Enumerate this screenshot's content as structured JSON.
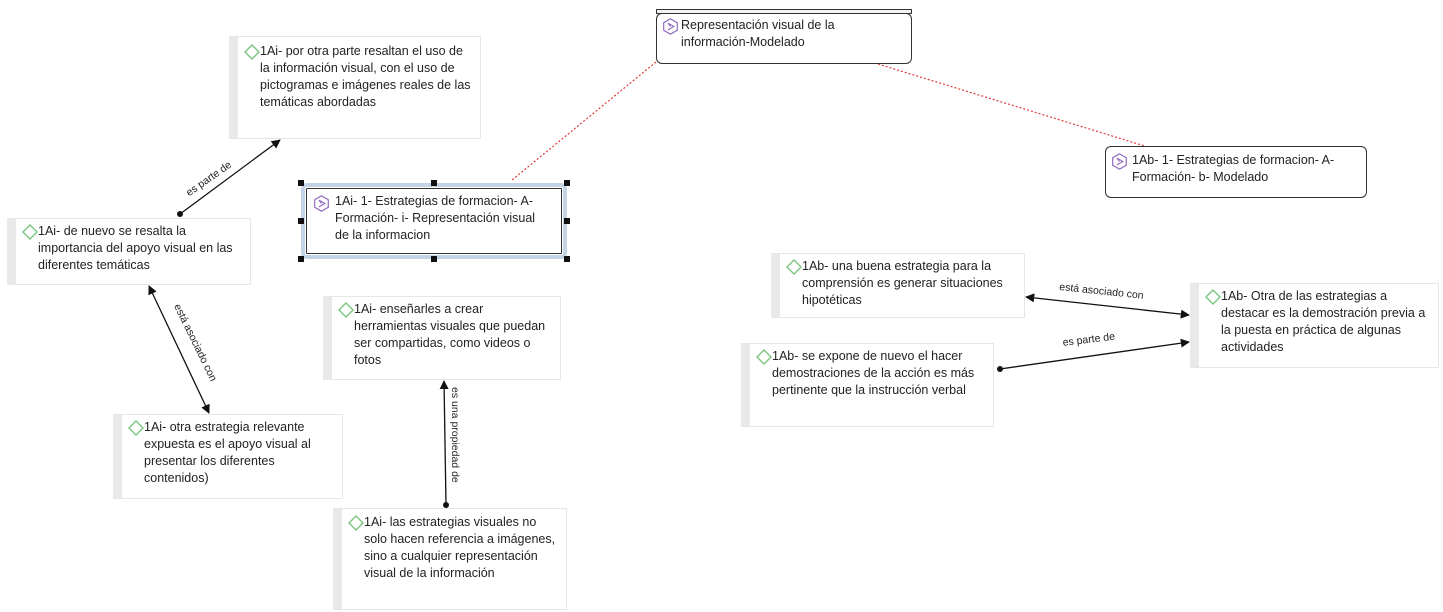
{
  "colors": {
    "quote_icon": "#7cc47f",
    "code_icon": "#8e6bbf",
    "dashed_link": "#e03a3a",
    "selection": "#c5d3e6"
  },
  "codes": {
    "main": {
      "icon": "code-icon",
      "text": "Representación visual de la información-Modelado"
    },
    "ai_strategy": {
      "icon": "code-icon",
      "text": "1Ai- 1- Estrategias de formacion- A- Formación- i- Representación visual de la informacion"
    },
    "ab_strategy": {
      "icon": "code-icon",
      "text": "1Ab- 1- Estrategias de formacion- A- Formación- b- Modelado"
    }
  },
  "quotes": {
    "q_por_otra_parte": "1Ai- por  otra parte resaltan el uso de la información visual, con el uso de pictogramas e imágenes reales de las temáticas abordadas",
    "q_de_nuevo": "1Ai- de nuevo se resalta la importancia del apoyo visual en las diferentes temáticas",
    "q_otra_estrategia": "1Ai- otra estrategia relevante expuesta es el  apoyo visual al presentar los diferentes contenidos)",
    "q_ensenarles": "1Ai- enseñarles a crear herramientas visuales que puedan ser compartidas, como videos o fotos",
    "q_estrategias_visuales": "1Ai- las  estrategias visuales no solo hacen referencia a imágenes, sino a cualquier representación  visual de la información",
    "q_buena_estrategia": "1Ab- una buena estrategia para la comprensión es generar situaciones hipotéticas",
    "q_se_expone": "1Ab- se expone de nuevo el hacer demostraciones de la  acción es más pertinente que la instrucción verbal",
    "q_otra_de_las": "1Ab-  Otra de las estrategias a destacar es la demostración previa a la puesta en práctica de algunas actividades"
  },
  "relations": {
    "es_parte_de_1": "es parte de",
    "esta_asociado_con_1": "está asociado con",
    "es_una_propiedad_de": "es una propiedad de",
    "esta_asociado_con_2": "está asociado con",
    "es_parte_de_2": "es parte de"
  }
}
